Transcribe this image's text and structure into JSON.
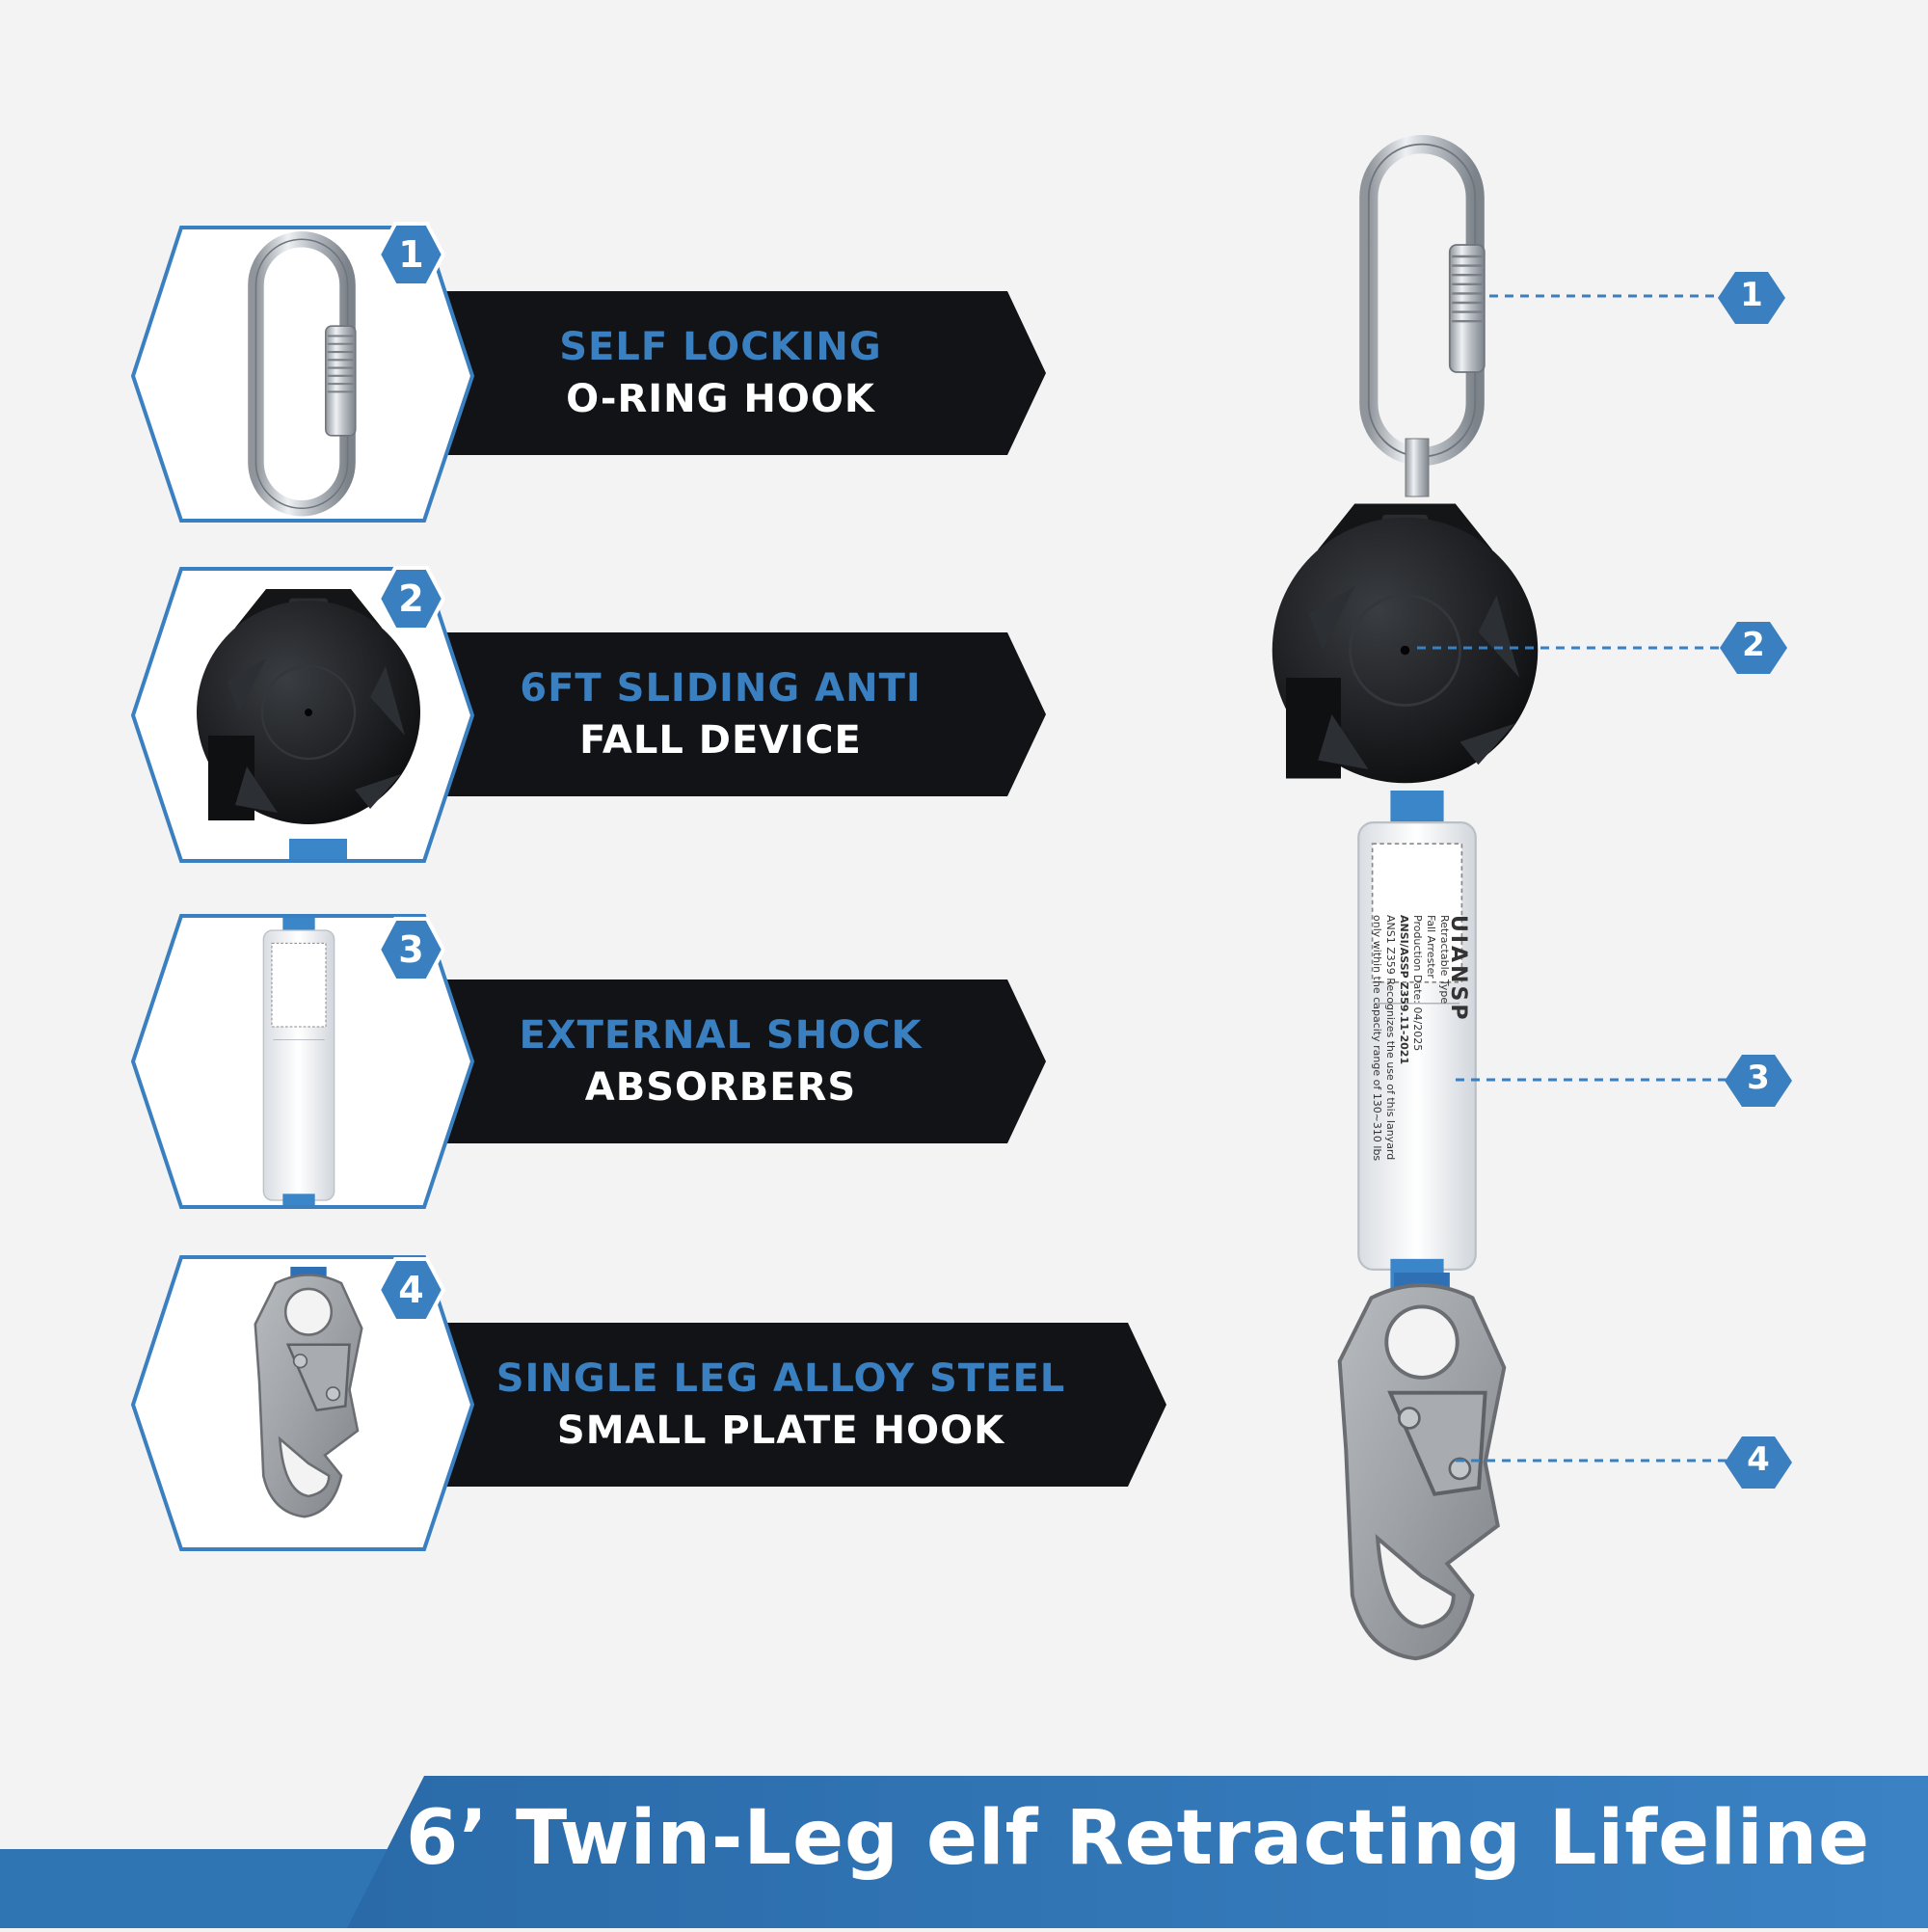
{
  "features": [
    {
      "number": "1",
      "line1": "SELF LOCKING",
      "line2": "O-RING HOOK",
      "icon": "carabiner-icon"
    },
    {
      "number": "2",
      "line1": "6FT SLIDING ANTI",
      "line2": "FALL DEVICE",
      "icon": "retractable-reel-icon"
    },
    {
      "number": "3",
      "line1": "EXTERNAL SHOCK",
      "line2": "ABSORBERS",
      "icon": "shock-absorber-icon"
    },
    {
      "number": "4",
      "line1": "SINGLE LEG ALLOY STEEL",
      "line2": "SMALL PLATE HOOK",
      "icon": "snap-hook-icon"
    }
  ],
  "callouts": [
    "1",
    "2",
    "3",
    "4"
  ],
  "absorber_label": {
    "brand": "UIANSP",
    "type_line1": "Retractable Type",
    "type_line2": "Fall Arrester",
    "date_line": "Production Date: 04/2025",
    "standard_line": "ANSI/ASSP Z359.11-2021",
    "text_line1": "ANS1 Z359 Recognizes the use of this lanyard",
    "text_line2": "only within the capacity range of 130~310 lbs"
  },
  "banner": {
    "title": "6’ Twin-Leg elf Retracting Lifeline"
  },
  "colors": {
    "accent": "#3a7fc0",
    "dark": "#111316",
    "banner": "#2f74b3",
    "background": "#f3f3f3"
  }
}
